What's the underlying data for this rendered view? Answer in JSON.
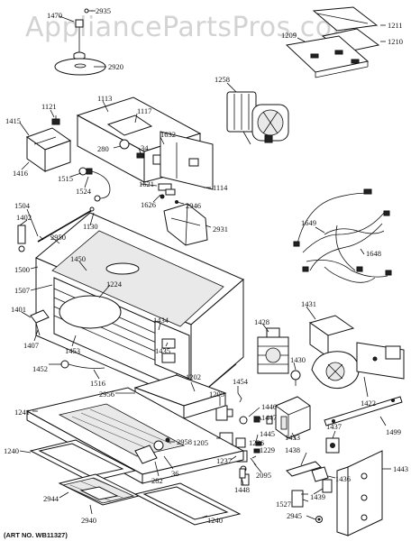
{
  "watermark": "AppliancePartsPros.com",
  "art_number": "(ART NO. WB11327)",
  "labels": {
    "p1470": "1470",
    "p2935": "2935",
    "p2920": "2920",
    "p1211": "1211",
    "p1210": "1210",
    "p1209": "1209",
    "p1258": "1258",
    "p1121": "1121",
    "p1113": "1113",
    "p1117": "1117",
    "p1415": "1415",
    "p1632": "1632",
    "p280": "280",
    "p34": "34",
    "p1416": "1416",
    "p1515": "1515",
    "p1524": "1524",
    "p1621": "1621",
    "p1114": "1114",
    "p1626": "1626",
    "p2946": "2946",
    "p1504": "1504",
    "p1130": "1130",
    "p1402": "1402",
    "p2950": "2950",
    "p2931": "2931",
    "p1649": "1649",
    "p1648": "1648",
    "p1500": "1500",
    "p1450": "1450",
    "p1507": "1507",
    "p1224": "1224",
    "p1401": "1401",
    "p1407": "1407",
    "p1453": "1453",
    "p1434": "1434",
    "p1435": "1435",
    "p1452": "1452",
    "p1516": "1516",
    "p1202": "1202",
    "p1428": "1428",
    "p1431": "1431",
    "p1430": "1430",
    "p1422": "1422",
    "p1499": "1499",
    "p1454": "1454",
    "p1205a": "1205",
    "p1446": "1446",
    "p1447": "1447",
    "p1445": "1445",
    "p1229": "1229",
    "p1236": "1236",
    "p1237": "1237",
    "p2095": "2095",
    "p1205b": "1205",
    "p2956": "2956",
    "p1241": "1241",
    "p2958": "2958",
    "p1240a": "1240",
    "p282": "282",
    "p36": "36",
    "p2944": "2944",
    "p2940": "2940",
    "p1240b": "1240",
    "p1433": "1433",
    "p1437": "1437",
    "p1438": "1438",
    "p1436": "1436",
    "p1439": "1439",
    "p1443": "1443",
    "p1448": "1448",
    "p1527": "1527",
    "p2945": "2945"
  }
}
